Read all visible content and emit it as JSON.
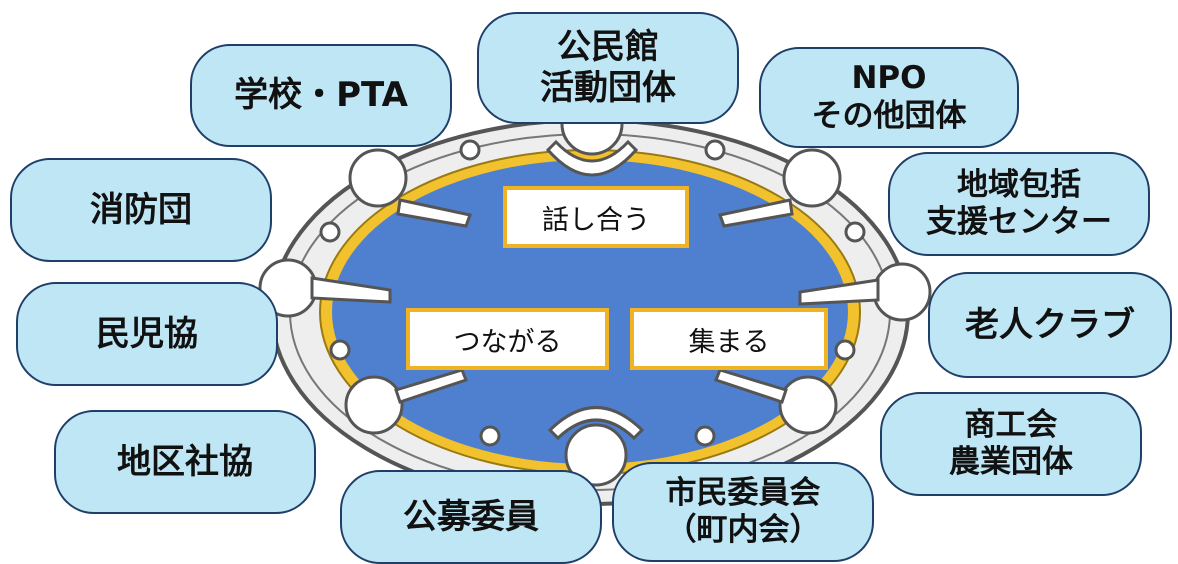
{
  "center": {
    "top_label": "話し合う",
    "left_label": "つながる",
    "right_label": "集まる"
  },
  "groups": {
    "kominkan": [
      "公民館",
      "活動団体"
    ],
    "school": "学校・PTA",
    "npo": [
      "NPO",
      "その他団体"
    ],
    "houkatsu": [
      "地域包括",
      "支援センター"
    ],
    "fire": "消防団",
    "minji": "民児協",
    "elder": "老人クラブ",
    "shakyo": "地区社協",
    "shoko": [
      "商工会",
      "農業団体"
    ],
    "koubo": "公募委員",
    "shimin": [
      "市民委員会",
      "（町内会）"
    ]
  },
  "colors": {
    "bubble_fill": "#bfe6f5",
    "bubble_border": "#1f3f68",
    "table_fill": "#4f80cf",
    "table_rim": "#f2c12e",
    "box_border": "#f0b323"
  }
}
